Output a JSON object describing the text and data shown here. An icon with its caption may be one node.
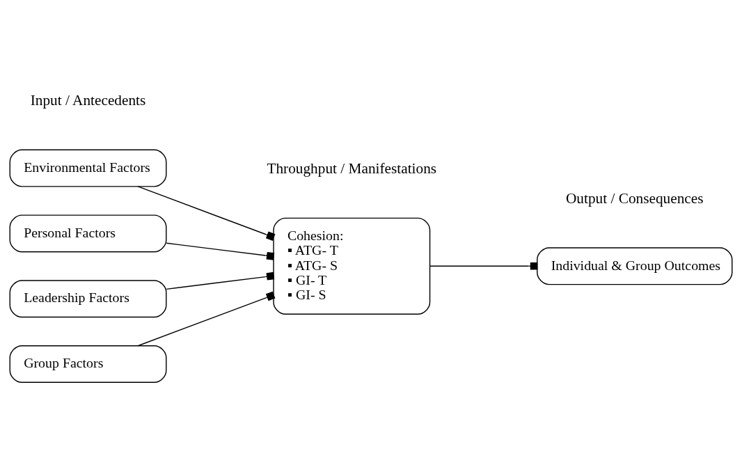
{
  "diagram": {
    "nodes": [
      {
        "text": [
          "Environmental Factors"
        ]
      },
      {
        "text": [
          "Personal Factors"
        ]
      },
      {
        "text": [
          "Leadership Factors"
        ]
      },
      {
        "text": [
          "Group Factors"
        ]
      },
      {
        "text": [
          "Cohesion:",
          "▪ ATG- T",
          "▪ ATG- S",
          "▪ GI- T",
          "▪ GI- S"
        ]
      },
      {
        "text": [
          "Individual & Group Outcomes"
        ]
      }
    ],
    "edges": [
      {
        "from": 0,
        "to": 4,
        "arrow": "other"
      },
      {
        "from": 1,
        "to": 4,
        "arrow": "other"
      },
      {
        "from": 2,
        "to": 4,
        "arrow": "other"
      },
      {
        "from": 3,
        "to": 4,
        "arrow": "other"
      },
      {
        "from": 4,
        "to": 5,
        "arrow": "other"
      }
    ],
    "labels": [
      "Input / Antecedents",
      "Throughput / Manifestations",
      "Output / Consequences"
    ]
  }
}
